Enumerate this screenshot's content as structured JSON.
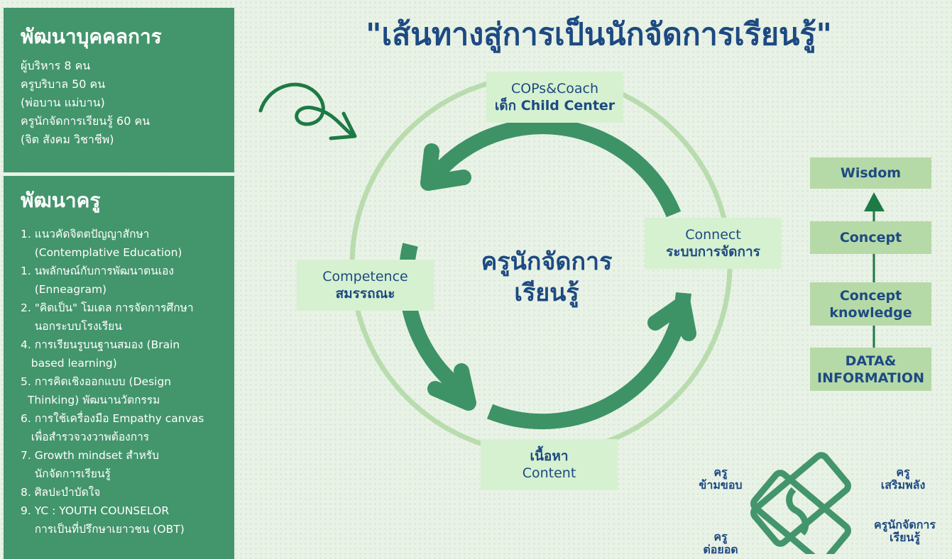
{
  "title": "\"เส้นทางสู่การเป็นนักจัดการเรียนรู้\"",
  "staff_panel": {
    "heading": "พัฒนาบุคคลการ",
    "lines": [
      "ผู้บริหาร 8 คน",
      "ครูบริบาล 50 คน",
      "(พ่อบาน แม่บาน)",
      "ครูนักจัดการเรียนรู้ 60 คน",
      "(จิต สังคม วิชาชีพ)"
    ]
  },
  "teacher_panel": {
    "heading": "พัฒนาครู",
    "items": [
      "1. แนวคัดจิตตปัญญาสักษา",
      "    (Contemplative Education)",
      "1. นพลักษณ์กับการพัฒนาตนเอง",
      "    (Enneagram)",
      "2. \"คิดเป็น\" โมเดล การจัดการศึกษา",
      "    นอกระบบโรงเรียน",
      "4. การเรียนรูบนฐานสมอง (Brain",
      "   based learning)",
      "5. การคิดเชิงออกแบบ (Design",
      "  Thinking) พัฒนานวัตกรรม",
      "6. การใช้เครื่องมือ Empathy canvas",
      "   เพื่อสำรวจวงวาพต้องการ",
      "7. Growth mindset สำหรับ",
      "    นักจัดการเรียนรู้",
      "8. ศิลปะบำบัดใจ",
      "9. YC : YOUTH COUNSELOR",
      "    การเป็นที่ปรึกษาเยาวชน (OBT)"
    ]
  },
  "cycle": {
    "center": [
      "ครูนักจัดการ",
      "เรียนรู้"
    ],
    "top": {
      "line1": "COPs&Coach",
      "line2": "เด็ก Child Center"
    },
    "right": {
      "line1": "Connect",
      "line2": "ระบบการจัดการ"
    },
    "left": {
      "line1": "Competence",
      "line2": "สมรรถณะ"
    },
    "bottom": {
      "line1": "เนื้อหา",
      "line2": "Content"
    }
  },
  "dikw": {
    "wisdom": "Wisdom",
    "concept": "Concept",
    "knowledge": [
      "Concept",
      "knowledge"
    ],
    "data": [
      "DATA&",
      "INFORMATION"
    ]
  },
  "roles": {
    "top_left": [
      "ครู",
      "ข้ามขอบ"
    ],
    "top_right": [
      "ครู",
      "เสริมพลัง"
    ],
    "bottom_left": [
      "ครู",
      "ต่อยอด"
    ],
    "bottom_right": [
      "ครูนักจัดการ",
      "เรียนรู้"
    ]
  },
  "colors": {
    "panel": "#43956c",
    "title": "#1d4a82",
    "arrow": "#3d9366",
    "ring": "#b8dcae",
    "box": "#d6f1d0",
    "dikw": "#b6d9a8"
  }
}
